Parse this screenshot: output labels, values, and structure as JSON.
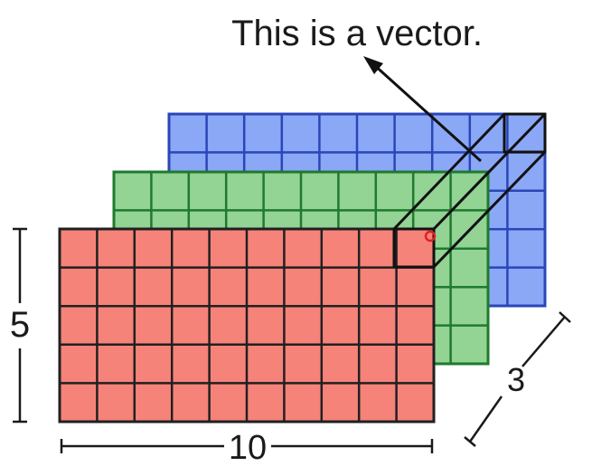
{
  "caption": "This is a vector.",
  "dimensions": {
    "height_label": "5",
    "width_label": "10",
    "depth_label": "3"
  },
  "grid": {
    "rows": 5,
    "cols": 10,
    "layers": 3
  },
  "layers": [
    {
      "name": "blue-layer",
      "fill": "#8aa8f5",
      "stroke": "#2a46b8"
    },
    {
      "name": "green-layer",
      "fill": "#93d393",
      "stroke": "#1e7a2e"
    },
    {
      "name": "red-layer",
      "fill": "#f5837a",
      "stroke": "#202020"
    }
  ],
  "colors": {
    "text": "#1a1a1a",
    "highlight_dot": "#e02020",
    "vector_outline": "#111111"
  }
}
